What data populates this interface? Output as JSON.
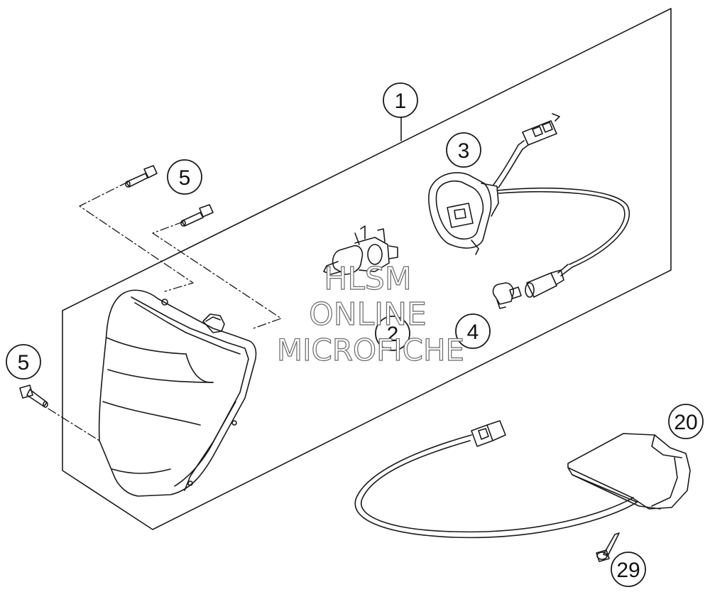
{
  "callouts": {
    "c1": "1",
    "c2": "2",
    "c3": "3",
    "c4": "4",
    "c5a": "5",
    "c5b": "5",
    "c20": "20",
    "c29": "29"
  },
  "watermark": {
    "line1": "HLSM",
    "line2": "ONLINE",
    "line3": "MICROFICHE"
  },
  "colors": {
    "line": "#1a1a1a",
    "watermark_outline": "#6a6a6a"
  }
}
